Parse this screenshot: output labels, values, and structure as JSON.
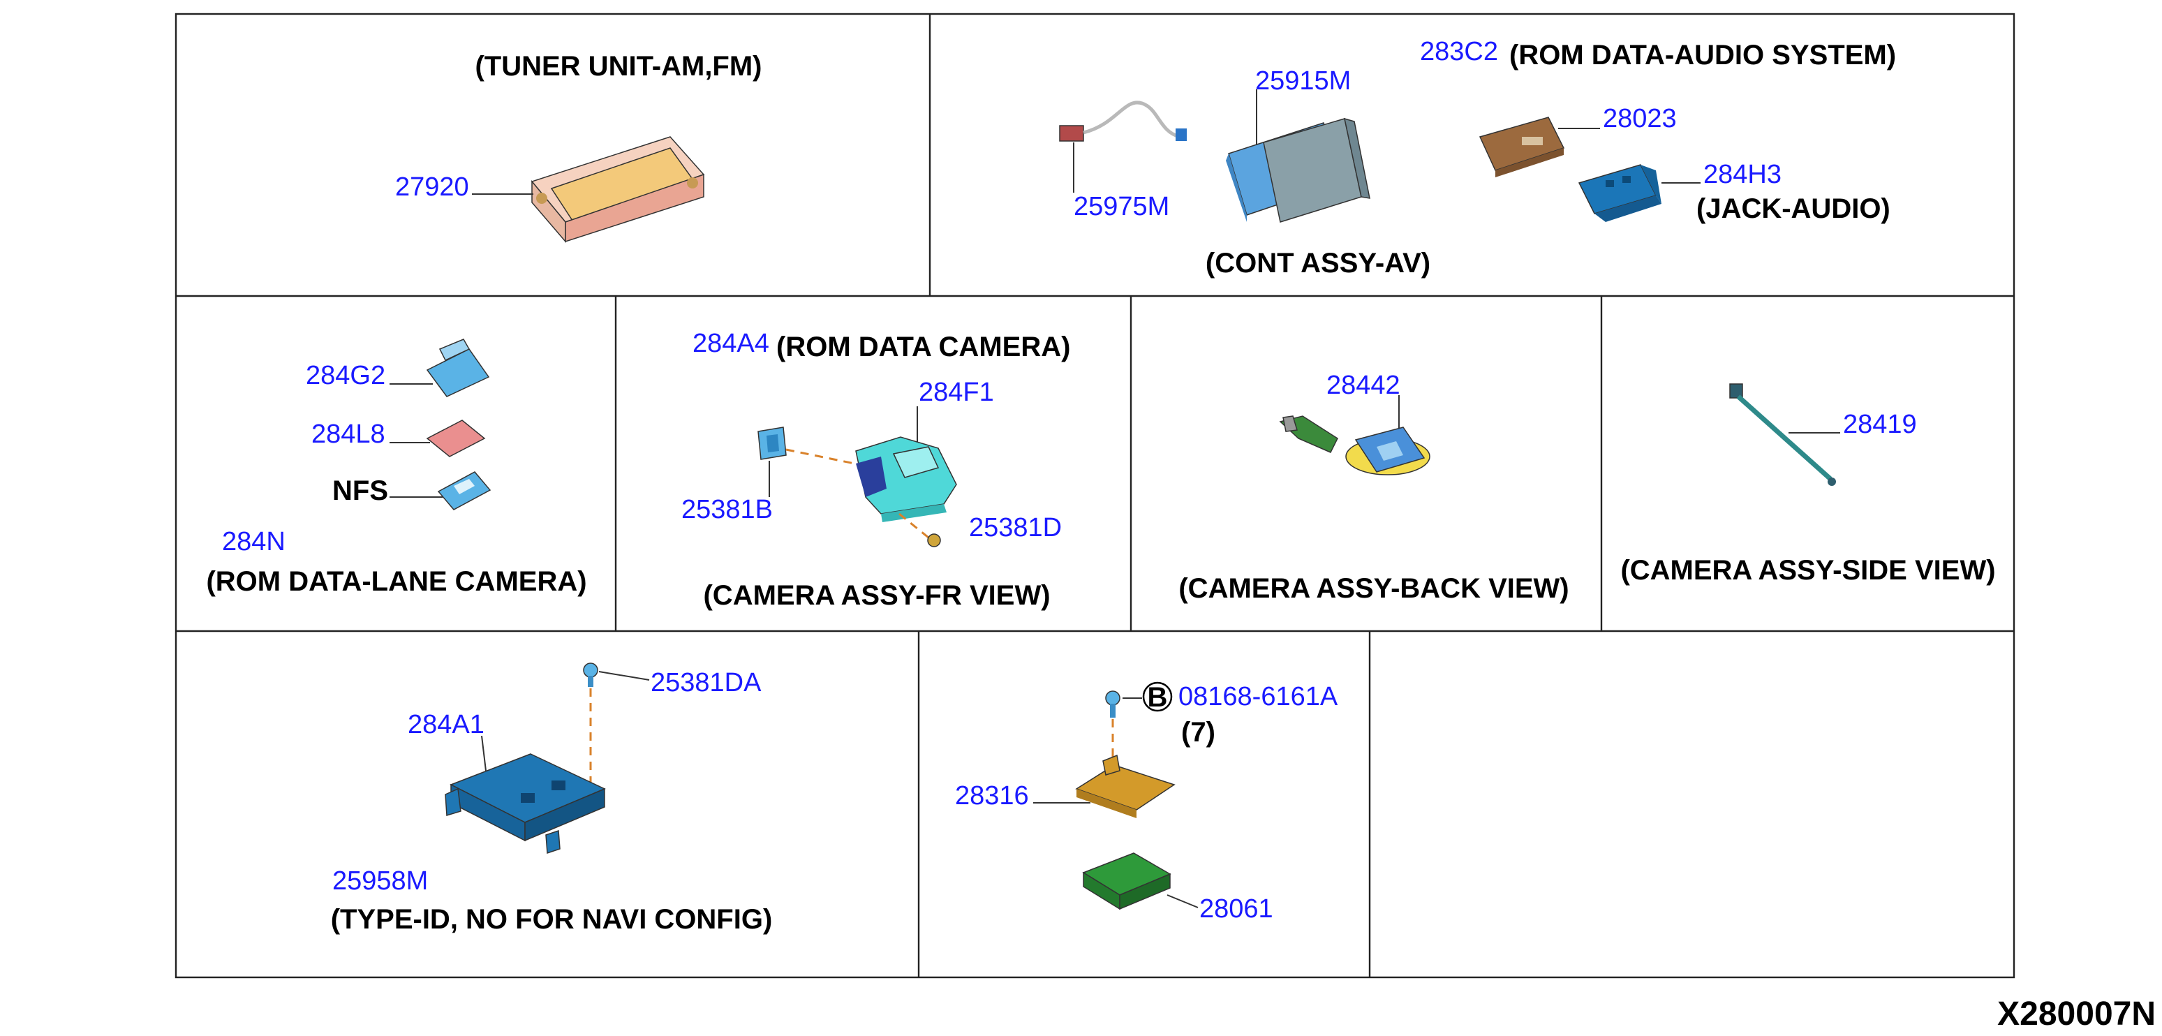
{
  "drawing_number": "X280007N",
  "panels": {
    "tuner": {
      "caption": "(TUNER UNIT-AM,FM)",
      "parts": {
        "tuner_unit": "27920"
      }
    },
    "av": {
      "caption": "(CONT ASSY-AV)",
      "rom_caption": "(ROM DATA-AUDIO SYSTEM)",
      "jack_caption": "(JACK-AUDIO)",
      "parts": {
        "rom_audio": "283C2",
        "display": "25915M",
        "harness": "25975M",
        "control_unit": "28023",
        "jack_audio": "284H3"
      }
    },
    "lane_camera": {
      "caption": "(ROM DATA-LANE CAMERA)",
      "nfs_label": "NFS",
      "parts": {
        "rom_a": "284G2",
        "rom_b": "284L8",
        "partial_label": "284N"
      }
    },
    "fr_camera": {
      "caption": "(CAMERA ASSY-FR VIEW)",
      "rom_caption": "(ROM DATA CAMERA)",
      "parts": {
        "rom_camera": "284A4",
        "camera": "284F1",
        "bracket": "25381B",
        "screw": "25381D"
      }
    },
    "back_camera": {
      "caption": "(CAMERA ASSY-BACK VIEW)",
      "parts": {
        "back_camera": "28442"
      }
    },
    "side_camera": {
      "caption": "(CAMERA ASSY-SIDE VIEW)",
      "parts": {
        "side_camera": "28419"
      }
    },
    "type_id": {
      "caption": "(TYPE-ID, NO FOR NAVI CONFIG)",
      "parts": {
        "screw": "25381DA",
        "module": "284A1",
        "bracket": "25958M"
      }
    },
    "screw_panel": {
      "bolt_symbol": "B",
      "screw_qty": "(7)",
      "parts": {
        "bolt": "08168-6161A",
        "bracket": "28316",
        "unit": "28061"
      }
    }
  },
  "colors": {
    "part_number": "#1a1aff",
    "caption": "#000000",
    "frame": "#222222",
    "fastener_line": "#d9822b",
    "tuner_face": "#f0a99a",
    "tuner_screen": "#f3c97a",
    "av_body": "#5ba4df",
    "av_screen": "#8aa0a8",
    "jack": "#1b76b8",
    "rom_brown": "#9c6a3e",
    "rom_cyan": "#5ab3e6",
    "rom_pink": "#ea8f8f",
    "camera_cyan": "#4fd8d8",
    "camera_yellow": "#f2db4c",
    "bracket_blue": "#1f77b4",
    "bracket_gold": "#d39a2a",
    "unit_green": "#2e9a3a"
  }
}
